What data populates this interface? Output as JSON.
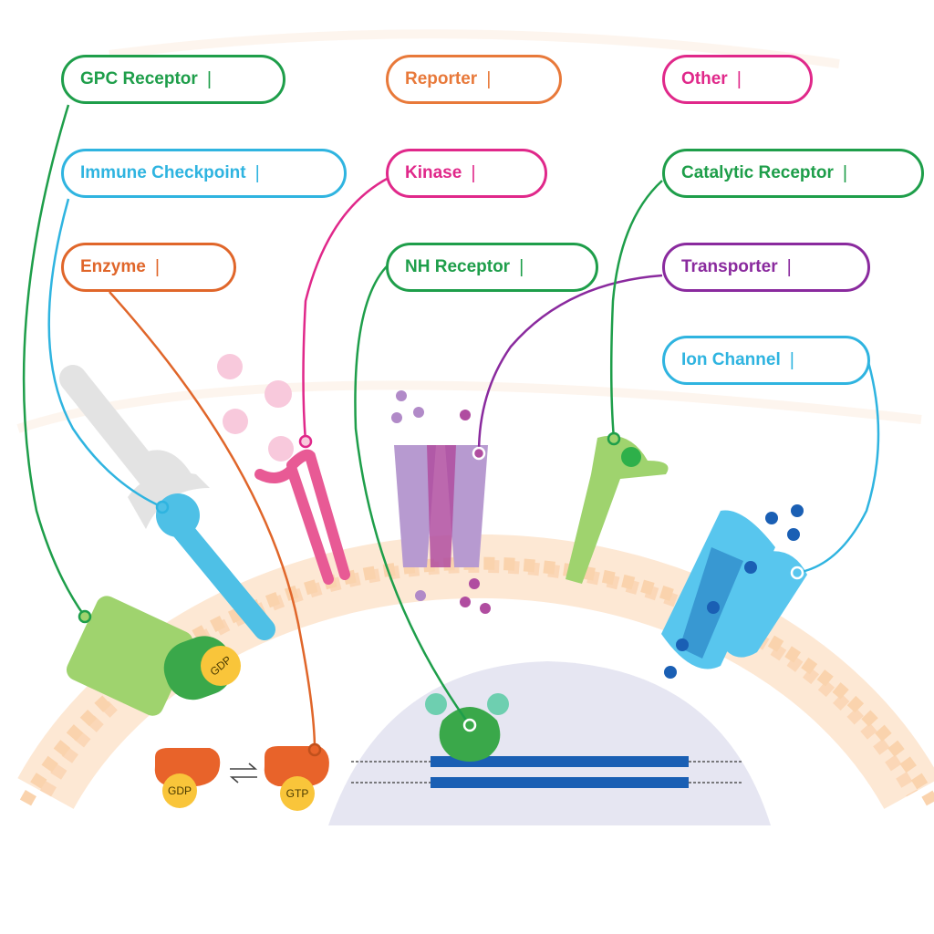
{
  "labels": {
    "gpc_receptor": {
      "text": "GPC Receptor",
      "color": "#1e9e4a"
    },
    "reporter": {
      "text": "Reporter",
      "color": "#e8793a"
    },
    "other": {
      "text": "Other",
      "color": "#e0288a"
    },
    "immune_checkpoint": {
      "text": "Immune Checkpoint",
      "color": "#2fb4e0"
    },
    "kinase": {
      "text": "Kinase",
      "color": "#e0288a"
    },
    "catalytic_receptor": {
      "text": "Catalytic Receptor",
      "color": "#1e9e4a"
    },
    "enzyme": {
      "text": "Enzyme",
      "color": "#e0662a"
    },
    "nh_receptor": {
      "text": "NH Receptor",
      "color": "#1e9e4a"
    },
    "transporter": {
      "text": "Transporter",
      "color": "#8a2a9e"
    },
    "ion_channel": {
      "text": "Ion Channel",
      "color": "#2fb4e0"
    }
  },
  "separator": "|",
  "molecules": {
    "gdp": "GDP",
    "gtp": "GTP"
  }
}
